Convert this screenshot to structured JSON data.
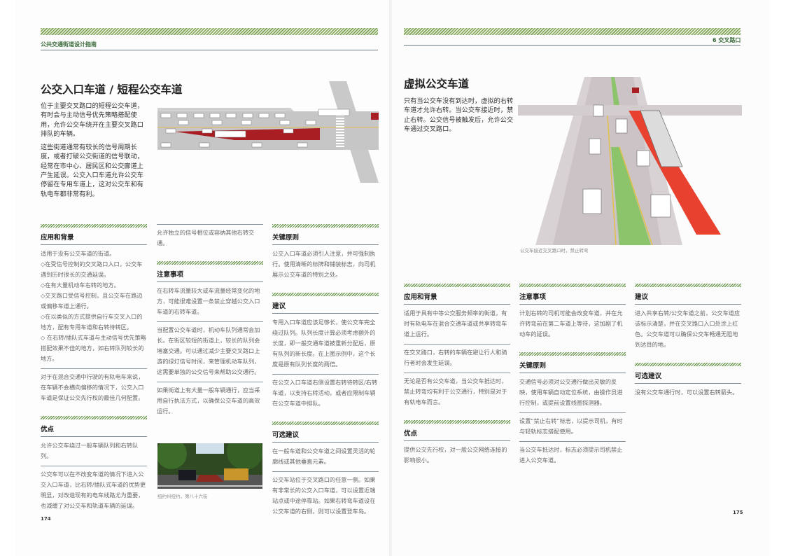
{
  "left": {
    "header": "公共交通街道设计指南",
    "title": "公交入口车道 / 短程公交车道",
    "intro": [
      "位于主要交叉路口的短程公交车道，有时会与主动信号优先策略搭配使用，允许公交车绕开在主要交叉路口排队的车辆。",
      "这些街道通常有较长的信号周期长度，或者打破公交街道的信号联动，经常在市中心、居民区和公交廊道上产生延误。公交入口车道允许公交车停留在专用车道上，这对公交车和有轨电车都非常有利。"
    ],
    "columns": [
      [
        {
          "heading": "应用和背景",
          "blocks": [
            "适用于没有公交车道的街道。\n◇在受信号控制的交叉路口入口，公交车遇到历时很长的交通延误。\n◇在有大量机动车右转的地方。\n◇交叉路口受信号控制，且公交车在路边或偏移车道上通行。\n◇在以类似的方式提供自行车交叉入口的地方，配有专用车道和右转待转区。\n◇ 在右转/插队式车道与主动信号优先策略搭配效果不佳的地方，如右转队列较长的地方。",
            "对于在混合交通中行驶的有轨电车来说，在车辆不会横向偏移的情况下，公交入口车道是保证公交先行权的最佳几何配置。"
          ]
        },
        {
          "heading": "优点",
          "blocks": [
            "允许公交车绕过一般车辆队列和右转队列。",
            "公交车可以在不改变车道的情况下进入公交入口车道，比右转/插队式车道的优势更明显，对改造现有的电车线路尤为重要，也减缓了对公交车和轨道车辆的延误。"
          ]
        }
      ],
      [
        {
          "heading": "",
          "blocks": [
            "允许独立的信号相位或容纳其他右转交通。"
          ]
        },
        {
          "heading": "注意事项",
          "blocks": [
            "在右转车流量较大或车流量经常变化的地方，可能很难设置一条禁止穿越公交入口车道的右转车道。",
            "当配置公交车道时，机动车队列通常会加长。在街区较短的街道上，较长的队列会堵塞交通。可以通过减少主要交叉路口上游的绿灯信号时间，来管理机动车队列，这需要单独的公交信号来帮助公交通行。",
            "如果街道上有大量一般车辆通行，应当采用自行执法方式，以确保公交车道的高效运行。"
          ]
        }
      ],
      [
        {
          "heading": "关键原则",
          "blocks": [
            "公交入口车道必须引人注意，并可强制执行。使用清晰的标牌和铺装标志，向司机展示公交车道的特别之处。"
          ]
        },
        {
          "heading": "建议",
          "blocks": [
            "专用入口车道应该足够长，使公交车完全绕过队列。队列长度计算必须考虑额外的长度，即一般交通车道被重新分配后，原有队列的新长度。在上图示例中，这个长度是原有队列长度的两倍。",
            "在公交入口车道右侧设置右转待转区/右转车道，以支持右转活动，或者应限制车辆在公交车道中排队。"
          ]
        },
        {
          "heading": "可选建议",
          "blocks": [
            "在一般车道和公交车道之间设置灵活的轮廓线或其他垂直元素。",
            "公交车站位于交叉路口的任意一侧。如果有非常长的公交入口车道，可以设置近端站点或中途停靠站。如果右转弯车道设在公交车道的右侧，则可以设置登车岛。"
          ]
        }
      ]
    ],
    "photo_caption": "纽约州纽约，第八十六街",
    "page_number": "174"
  },
  "right": {
    "header": "6  交叉路口",
    "title": "虚拟公交车道",
    "intro": [
      "只有当公交车没有到达时，虚拟的右转车道才允许右转。当公交车接近时，禁止右转。公交信号被触发后，允许公交车通过交叉路口。"
    ],
    "figure_caption": "公交车接近交叉路口时，禁止转弯",
    "columns": [
      [
        {
          "heading": "应用和背景",
          "blocks": [
            "适用于具有中等公交服务频率的街道，有时有轨电车在混合交通车道或共享转弯车道上运行。",
            "在交叉路口，右转的车辆在避让行人和骑行者时会发生延误。",
            "无论是否有公交车道，当公交车抵达时，禁止转弯均有利于公交通行，特别是对于有轨电车而言。"
          ]
        },
        {
          "heading": "优点",
          "blocks": [
            "提供公交先行权，对一般公交网络连接的影响很小。"
          ]
        }
      ],
      [
        {
          "heading": "注意事项",
          "blocks": [
            "计划右转的司机可能会改变车道，并在允许转弯前在第二车道上等待，这加剧了机动车的延误。"
          ]
        },
        {
          "heading": "关键原则",
          "blocks": [
            "交通信号必须对公交通行做出灵敏的反映，使用车辆自动定位系统，由操作员进行控制，或提前设置线圈探测器。",
            "设置“禁止右转”标志，以提示司机，有时与轻轨标志搭配使用。",
            "当公交车抵达时，标志必须提示司机禁止进入公交车道。"
          ]
        }
      ],
      [
        {
          "heading": "建议",
          "blocks": [
            "进入共享右转/公交车道之前，公交车道应该标示清楚，并在交叉路口入口处涂上红色。公交车道可以确保公交车畅通无阻地到达目的地。"
          ]
        },
        {
          "heading": "可选建议",
          "blocks": [
            "没有公交车通行时，可以设置右转箭头。"
          ]
        }
      ]
    ],
    "page_number": "175"
  },
  "colors": {
    "accent_green": "#3b6b3a",
    "bus_lane_red": "#a81e22",
    "bus_lane_red_bright": "#e8412f",
    "median_green": "#8cc46b"
  }
}
